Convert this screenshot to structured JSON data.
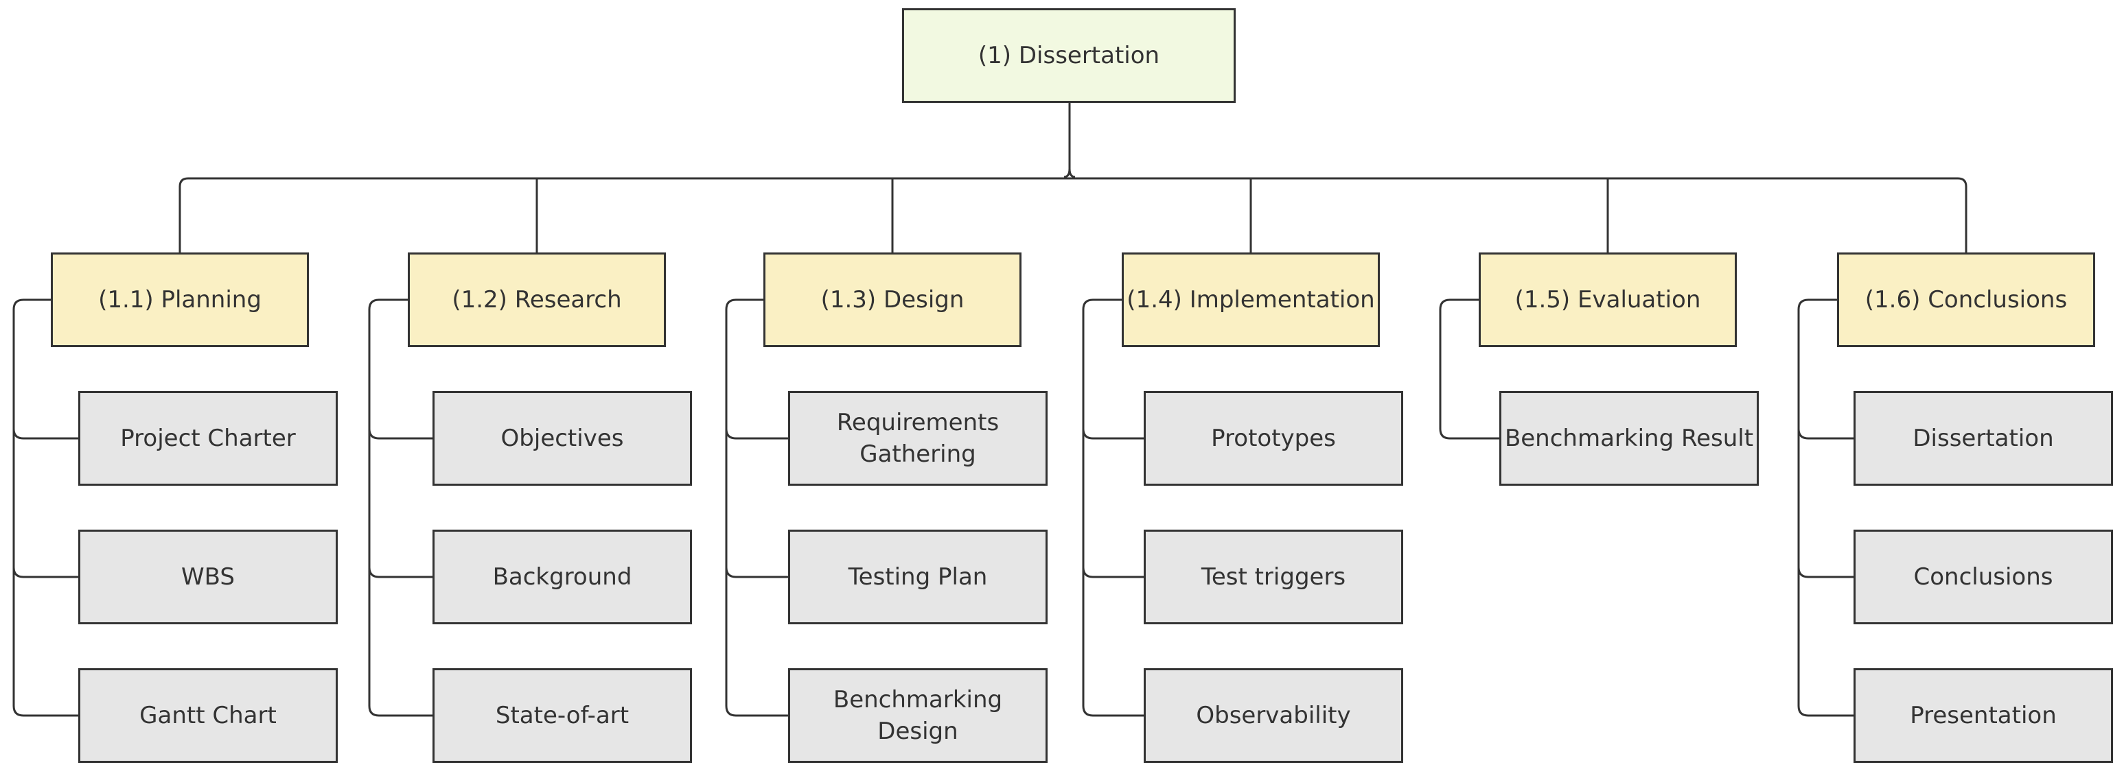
{
  "colors": {
    "root_fill": "#f2f9e1",
    "phase_fill": "#faf0c4",
    "task_fill": "#e6e6e6",
    "border": "#333333",
    "connector": "#333333"
  },
  "root": {
    "label": "(1) Dissertation"
  },
  "phases": [
    {
      "label": "(1.1) Planning",
      "tasks": [
        "Project Charter",
        "WBS",
        "Gantt Chart"
      ]
    },
    {
      "label": "(1.2) Research",
      "tasks": [
        "Objectives",
        "Background",
        "State-of-art"
      ]
    },
    {
      "label": "(1.3) Design",
      "tasks": [
        "Requirements Gathering",
        "Testing Plan",
        "Benchmarking Design"
      ]
    },
    {
      "label": "(1.4) Implementation",
      "tasks": [
        "Prototypes",
        "Test triggers",
        "Observability"
      ]
    },
    {
      "label": "(1.5) Evaluation",
      "tasks": [
        "Benchmarking Result"
      ]
    },
    {
      "label": "(1.6) Conclusions",
      "tasks": [
        "Dissertation",
        "Conclusions",
        "Presentation"
      ]
    }
  ]
}
